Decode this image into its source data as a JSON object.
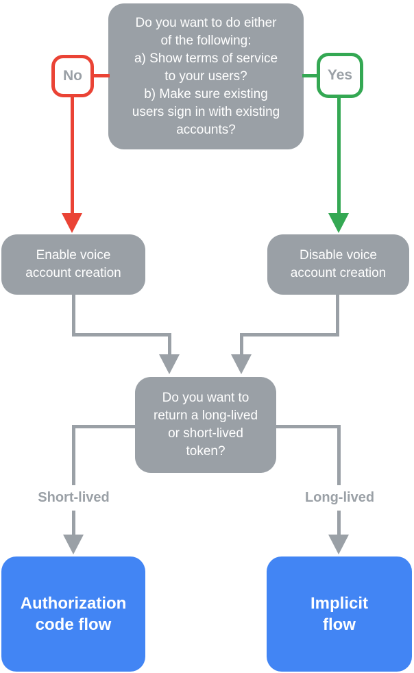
{
  "colors": {
    "node_gray": "#9AA0A6",
    "no_red": "#EA4335",
    "yes_green": "#34A853",
    "result_blue": "#4285F4",
    "muted_text_gray": "#9AA0A6",
    "node_text_white": "#FFFFFF",
    "edge_label_bg": "#FFFFFF"
  },
  "nodes": {
    "top_question": {
      "text": "Do you want to do either\nof the following:\na) Show terms of service\nto your users?\nb) Make sure existing\nusers sign in with existing\naccounts?"
    },
    "enable": {
      "text": "Enable voice\naccount creation"
    },
    "disable": {
      "text": "Disable voice\naccount creation"
    },
    "token_question": {
      "text": "Do you want to\nreturn a long-lived\nor short-lived\ntoken?"
    },
    "auth_code_flow": {
      "text": "Authorization\ncode flow"
    },
    "implicit_flow": {
      "text": "Implicit\nflow"
    }
  },
  "badges": {
    "no": {
      "label": "No"
    },
    "yes": {
      "label": "Yes"
    }
  },
  "edge_labels": {
    "short_lived": {
      "label": "Short-lived"
    },
    "long_lived": {
      "label": "Long-lived"
    }
  }
}
